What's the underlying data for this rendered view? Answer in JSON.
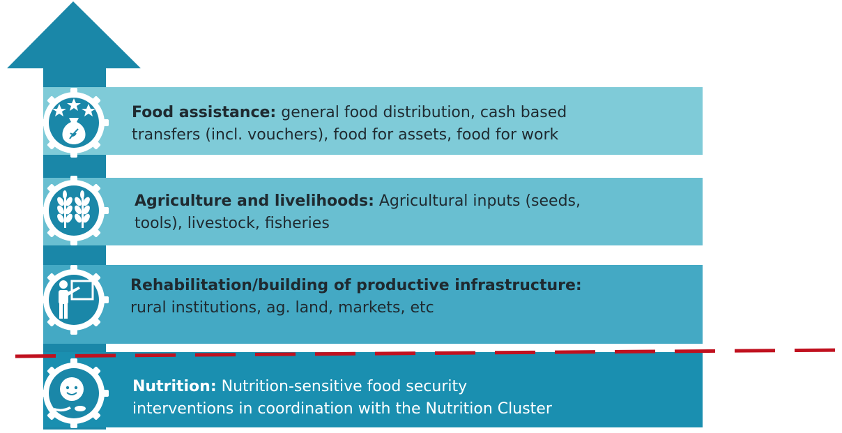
{
  "layers": [
    {
      "label": "Food assistance:",
      "desc1": " general food distribution, cash based",
      "desc2": "transfers (incl. vouchers), food for assets, food for work",
      "icon": "food-sack-icon"
    },
    {
      "label": "Agriculture and livelihoods:",
      "desc1": " Agricultural inputs (seeds,",
      "desc2": "tools), livestock, fisheries",
      "icon": "wheat-icon"
    },
    {
      "label": "Rehabilitation/building of productive infrastructure:",
      "desc1": "",
      "desc2": "rural institutions, ag. land, markets, etc",
      "icon": "teacher-board-icon"
    },
    {
      "label": "Nutrition:",
      "desc1": " Nutrition-sensitive food security",
      "desc2": "interventions in coordination with the Nutrition Cluster",
      "icon": "child-face-icon"
    }
  ],
  "colors": {
    "arrow": "#1a87a8",
    "dash": "#c0111f",
    "food": "#7fcbd8",
    "agri": "#69bfd1",
    "rehab": "#44a9c4",
    "nutri": "#1a8fb0"
  }
}
